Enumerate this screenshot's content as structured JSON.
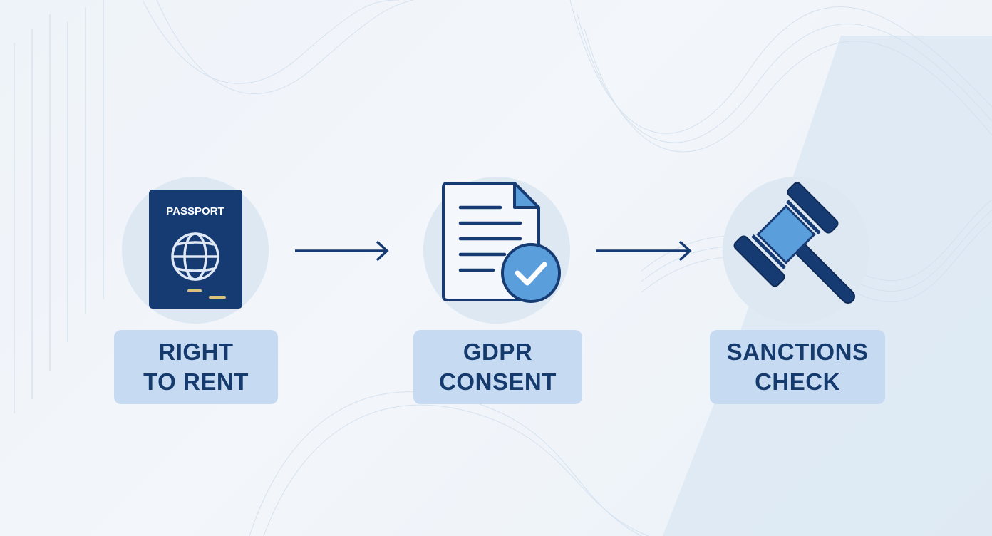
{
  "steps": [
    {
      "icon": "passport-icon",
      "icon_text": "PASSPORT",
      "label_line1": "RIGHT",
      "label_line2": "TO RENT"
    },
    {
      "icon": "document-check-icon",
      "label_line1": "GDPR",
      "label_line2": "CONSENT"
    },
    {
      "icon": "gavel-icon",
      "label_line1": "SANCTIONS",
      "label_line2": "CHECK"
    }
  ],
  "colors": {
    "navy": "#163b73",
    "light_blue": "#5a9fdc",
    "label_bg": "#c6daf1",
    "gold": "#d9c27a"
  }
}
